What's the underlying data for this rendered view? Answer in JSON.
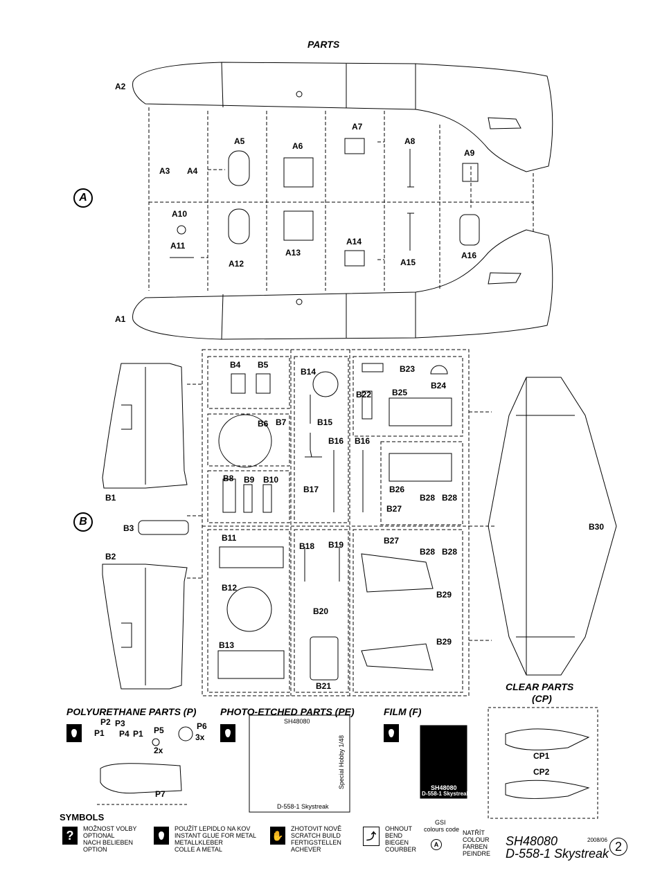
{
  "page_title": "PARTS",
  "sprue_a_label": "A",
  "sprue_b_label": "B",
  "sprue_a_parts": [
    "A1",
    "A2",
    "A3",
    "A4",
    "A5",
    "A6",
    "A7",
    "A8",
    "A9",
    "A10",
    "A11",
    "A12",
    "A13",
    "A14",
    "A15",
    "A16"
  ],
  "sprue_b_parts": [
    "B1",
    "B2",
    "B3",
    "B4",
    "B5",
    "B6",
    "B7",
    "B8",
    "B9",
    "B10",
    "B11",
    "B12",
    "B13",
    "B14",
    "B15",
    "B16",
    "B16",
    "B17",
    "B18",
    "B19",
    "B20",
    "B21",
    "B22",
    "B23",
    "B24",
    "B25",
    "B26",
    "B27",
    "B27",
    "B28",
    "B28",
    "B28",
    "B28",
    "B29",
    "B29",
    "B30"
  ],
  "clear_parts": {
    "title_line1": "CLEAR PARTS",
    "title_line2": "(CP)",
    "parts": [
      "CP1",
      "CP2"
    ]
  },
  "polyurethane": {
    "title": "POLYURETHANE PARTS (P)",
    "parts": [
      "P1",
      "P2",
      "P3",
      "P4",
      "P1",
      "P5",
      "P6",
      "P7"
    ],
    "qty_p5": "2x",
    "qty_p6": "3x"
  },
  "photo_etched": {
    "title": "PHOTO-ETCHED PARTS (PE)",
    "fret_code": "SH48080",
    "fret_name": "D-558-1 Skystreak",
    "side_text": "Special Hobby 1/48"
  },
  "film": {
    "title": "FILM (F)",
    "code": "SH48080",
    "name": "D-558-1 Skystreak"
  },
  "symbols": {
    "title": "SYMBOLS",
    "optional": [
      "MOŽNOST VOLBY",
      "OPTIONAL",
      "NACH BELIEBEN",
      "OPTION"
    ],
    "glue": [
      "POUŽÍT LEPIDLO NA KOV",
      "INSTANT GLUE FOR METAL",
      "METALLKLEBER",
      "COLLE A METAL"
    ],
    "scratch": [
      "ZHOTOVIT NOVĚ",
      "SCRATCH BUILD",
      "FERTIGSTELLEN",
      "ACHEVER"
    ],
    "bend": [
      "OHNOUT",
      "BEND",
      "BIEGEN",
      "COURBER"
    ],
    "gsi_line1": "GSI",
    "gsi_line2": "colours code",
    "gsi_letter": "A",
    "paint": [
      "NATŘÍT",
      "COLOUR",
      "FARBEN",
      "PEINDRE"
    ]
  },
  "footer": {
    "code": "SH48080",
    "name": "D-558-1 Skystreak",
    "date": "2008/06",
    "page": "2"
  }
}
